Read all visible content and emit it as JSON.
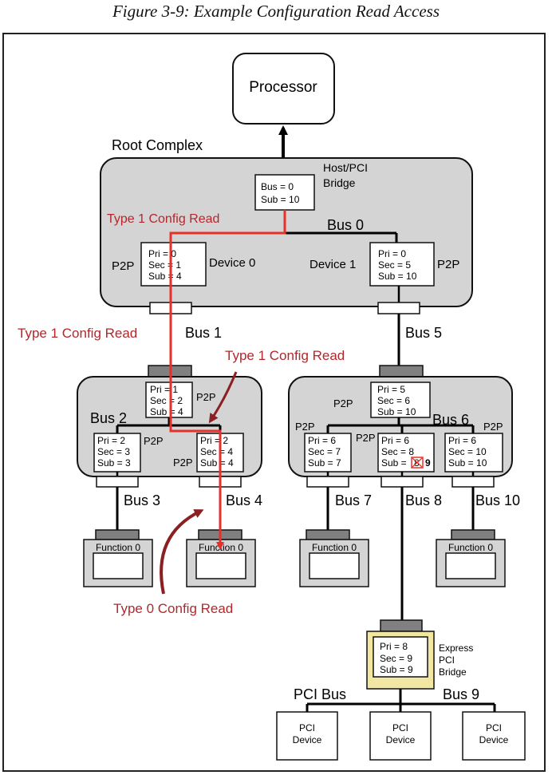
{
  "figure_caption": "Figure 3-9: Example Configuration Read Access",
  "processor": "Processor",
  "root_complex": "Root Complex",
  "host_bridge": {
    "label_1": "Host/PCI",
    "label_2": "Bridge",
    "bus": "Bus = 0",
    "sub": "Sub = 10"
  },
  "device0": {
    "pri": "Pri = 0",
    "sec": "Sec = 1",
    "sub": "Sub = 4",
    "name": "Device 0",
    "type": "P2P"
  },
  "device1": {
    "pri": "Pri = 0",
    "sec": "Sec = 5",
    "sub": "Sub = 10",
    "name": "Device 1",
    "type": "P2P"
  },
  "bus_labels": {
    "bus0": "Bus 0",
    "bus1": "Bus 1",
    "bus2": "Bus 2",
    "bus3": "Bus 3",
    "bus4": "Bus 4",
    "bus5": "Bus 5",
    "bus6": "Bus 6",
    "bus7": "Bus 7",
    "bus8": "Bus 8",
    "bus9": "Bus 9",
    "bus10": "Bus 10",
    "pci_bus": "PCI Bus"
  },
  "annotations": {
    "type1_root": "Type 1 Config Read",
    "type1_bus1": "Type 1 Config Read",
    "type1_switch": "Type 1 Config Read",
    "type0": "Type 0 Config Read"
  },
  "switch_left": {
    "up": {
      "pri": "Pri = 1",
      "sec": "Sec = 2",
      "sub": "Sub = 4",
      "type": "P2P"
    },
    "down_a": {
      "pri": "Pri = 2",
      "sec": "Sec = 3",
      "sub": "Sub = 3",
      "type": "P2P"
    },
    "down_b": {
      "pri": "Pri = 2",
      "sec": "Sec = 4",
      "sub": "Sub = 4",
      "type": "P2P"
    }
  },
  "switch_right": {
    "up": {
      "pri": "Pri = 5",
      "sec": "Sec = 6",
      "sub": "Sub = 10",
      "type": "P2P"
    },
    "down_a": {
      "pri": "Pri = 6",
      "sec": "Sec = 7",
      "sub": "Sub = 7",
      "type": "P2P"
    },
    "down_b": {
      "pri": "Pri = 6",
      "sec": "Sec = 8",
      "sub_label": "Sub = ",
      "sub_old": "8",
      "sub_new": "9",
      "type": "P2P"
    },
    "down_c": {
      "pri": "Pri = 6",
      "sec": "Sec = 10",
      "sub": "Sub = 10",
      "type": "P2P"
    }
  },
  "functions": {
    "f_bus3": "Function 0",
    "f_bus4": "Function 0",
    "f_bus7": "Function 0",
    "f_bus10": "Function 0"
  },
  "express_bridge": {
    "pri": "Pri = 8",
    "sec": "Sec = 9",
    "sub": "Sub = 9",
    "label_1": "Express",
    "label_2": "PCI",
    "label_3": "Bridge"
  },
  "pci_devices": [
    {
      "line1": "PCI",
      "line2": "Device"
    },
    {
      "line1": "PCI",
      "line2": "Device"
    },
    {
      "line1": "PCI",
      "line2": "Device"
    }
  ],
  "colors": {
    "path_red": "#e8302a",
    "annotation_red": "#b5262b",
    "panel_gray": "#d4d4d4",
    "bridge_yellow": "#f2e6a3"
  }
}
